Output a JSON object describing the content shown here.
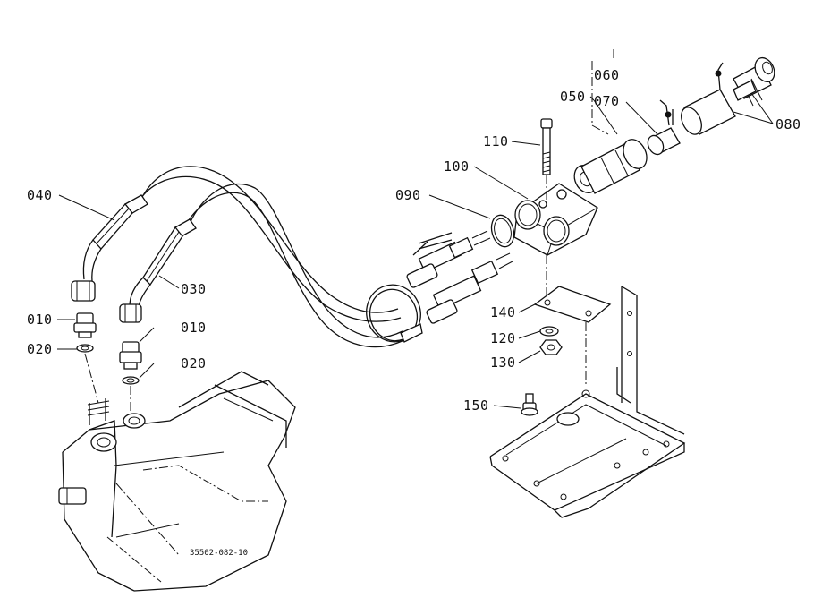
{
  "diagram": {
    "part_labels": {
      "p010a": "010",
      "p010b": "010",
      "p020a": "020",
      "p020b": "020",
      "p030": "030",
      "p040": "040",
      "p050": "050",
      "p060": "060",
      "p070": "070",
      "p080": "080",
      "p090": "090",
      "p100": "100",
      "p110": "110",
      "p120": "120",
      "p130": "130",
      "p140": "140",
      "p150": "150"
    },
    "drawing_number": "35502-082-10"
  }
}
